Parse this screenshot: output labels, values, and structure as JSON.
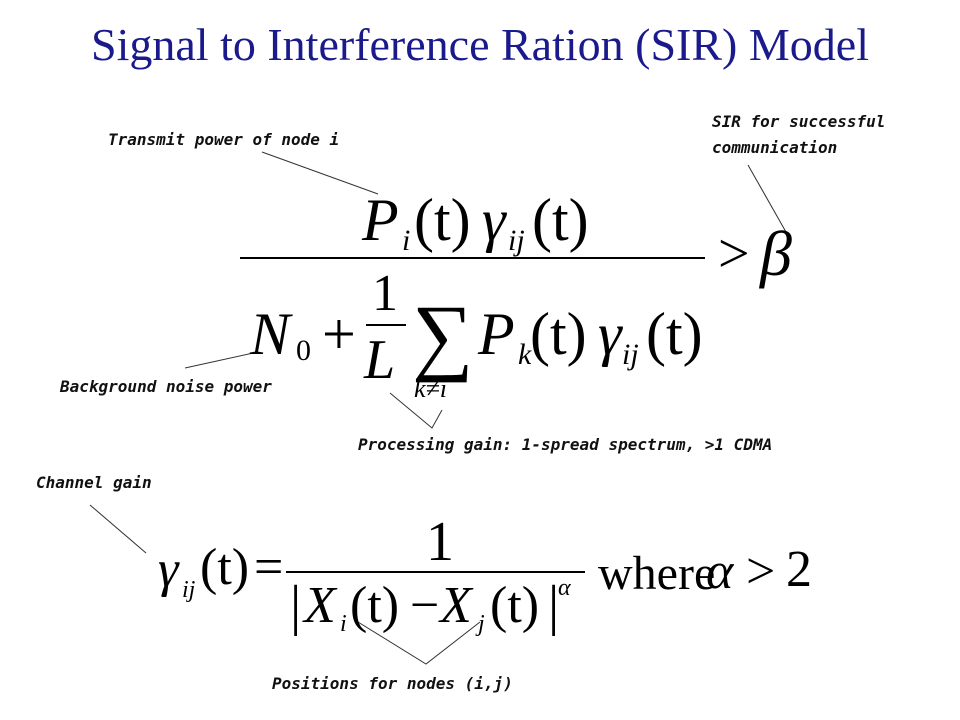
{
  "title": "Signal to Interference Ration (SIR) Model",
  "annotations": {
    "transmit_power": "Transmit power of node i",
    "sir_threshold_line1": "SIR for successful",
    "sir_threshold_line2": "communication",
    "background_noise": "Background noise power",
    "processing_gain": "Processing gain: 1-spread spectrum, >1 CDMA",
    "channel_gain": "Channel gain",
    "positions": "Positions for nodes (i,j)"
  },
  "equation1": {
    "num_P": "P",
    "num_P_sub": "i",
    "num_t1": "(t)",
    "num_gamma": "γ",
    "num_gamma_sub": "ij",
    "num_t2": "(t)",
    "gt": ">",
    "beta": "β",
    "den_N": "N",
    "den_N_sub": "0",
    "den_plus": "+",
    "den_one": "1",
    "den_L": "L",
    "den_sum": "∑",
    "den_sum_sub": "k≠i",
    "den_P": "P",
    "den_P_sub": "k",
    "den_t1": "(t)",
    "den_gamma": "γ",
    "den_gamma_sub": "ij",
    "den_t2": "(t)"
  },
  "equation2": {
    "gamma": "γ",
    "gamma_sub": "ij",
    "t": "(t)",
    "eq": "=",
    "num_one": "1",
    "bar_left": "|",
    "X1": "X",
    "X1_sub": "i",
    "t1": "(t)",
    "minus": "−",
    "X2": "X",
    "X2_sub": "j",
    "t2": "(t)",
    "bar_right": "|",
    "alpha_exp": "α",
    "where": "where",
    "alpha": "α",
    "gt": ">",
    "two": "2"
  }
}
